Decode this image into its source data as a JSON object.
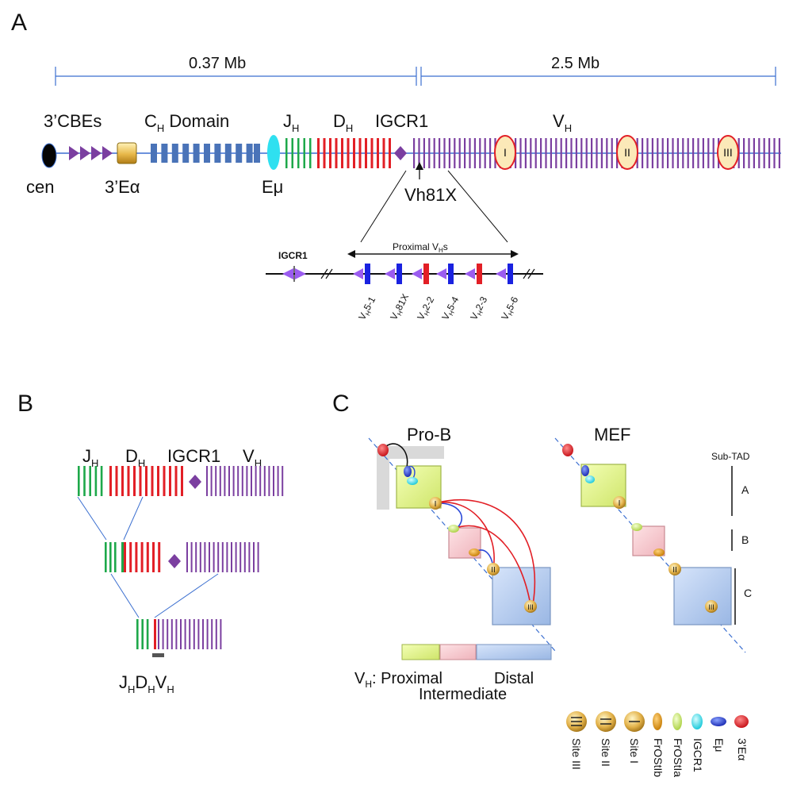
{
  "panels": {
    "a": "A",
    "b": "B",
    "c": "C"
  },
  "colors": {
    "purple": "#7b3fa0",
    "red": "#e21f26",
    "green": "#1ea84a",
    "blue_domain": "#4a73b8",
    "cyan": "#2fe0f0",
    "gold": "#e8b84a",
    "proximal_fill": "#dff07a",
    "intermediate_fill": "#f7c5ca",
    "distal_fill": "#a9c4ea",
    "arc_red": "#e21f26",
    "arc_blue": "#2a48d8"
  },
  "a": {
    "scale_left": "0.37 Mb",
    "scale_right": "2.5 Mb",
    "labels": {
      "cbes": "3’CBEs",
      "ch_main": "C",
      "ch_sub": "H",
      "ch_rest": " Domain",
      "jh_main": "J",
      "jh_sub": "H",
      "dh_main": "D",
      "dh_sub": "H",
      "igcr1": "IGCR1",
      "vh_main": "V",
      "vh_sub": "H",
      "cen": "cen",
      "ea": "3’Eα",
      "emu": "Eμ",
      "vh81x": "Vh81X"
    },
    "sites": [
      "I",
      "II",
      "III"
    ],
    "inset": {
      "igcr1": "IGCR1",
      "proximal_main": "Proximal V",
      "proximal_sub": "H",
      "proximal_end": "s",
      "genes": [
        {
          "main": "V",
          "sub": "H",
          "rest": "5-1"
        },
        {
          "main": "V",
          "sub": "H",
          "rest": "81X"
        },
        {
          "main": "V",
          "sub": "H",
          "rest": "2-2"
        },
        {
          "main": "V",
          "sub": "H",
          "rest": "5-4"
        },
        {
          "main": "V",
          "sub": "H",
          "rest": "2-3"
        },
        {
          "main": "V",
          "sub": "H",
          "rest": "5-6"
        }
      ]
    }
  },
  "b": {
    "jh_main": "J",
    "jh_sub": "H",
    "dh_main": "D",
    "dh_sub": "H",
    "igcr1": "IGCR1",
    "vh_main": "V",
    "vh_sub": "H",
    "product": {
      "j": "J",
      "js": "H",
      "d": "D",
      "ds": "H",
      "v": "V",
      "vs": "H"
    }
  },
  "c": {
    "probe_title": "Pro-B",
    "mef_title": "MEF",
    "subtad_title": "Sub-TAD",
    "subtads": [
      "A",
      "B",
      "C"
    ],
    "sites": [
      "I",
      "II",
      "III"
    ],
    "vh_main": "V",
    "vh_sub": "H",
    "proximal": ": Proximal",
    "intermediate": "Intermediate",
    "distal": "Distal",
    "legend": [
      "Site III",
      "Site II",
      "Site I",
      "FrOStIb",
      "FrOStIa",
      "IGCR1",
      "Eμ",
      "3’Eα"
    ]
  }
}
